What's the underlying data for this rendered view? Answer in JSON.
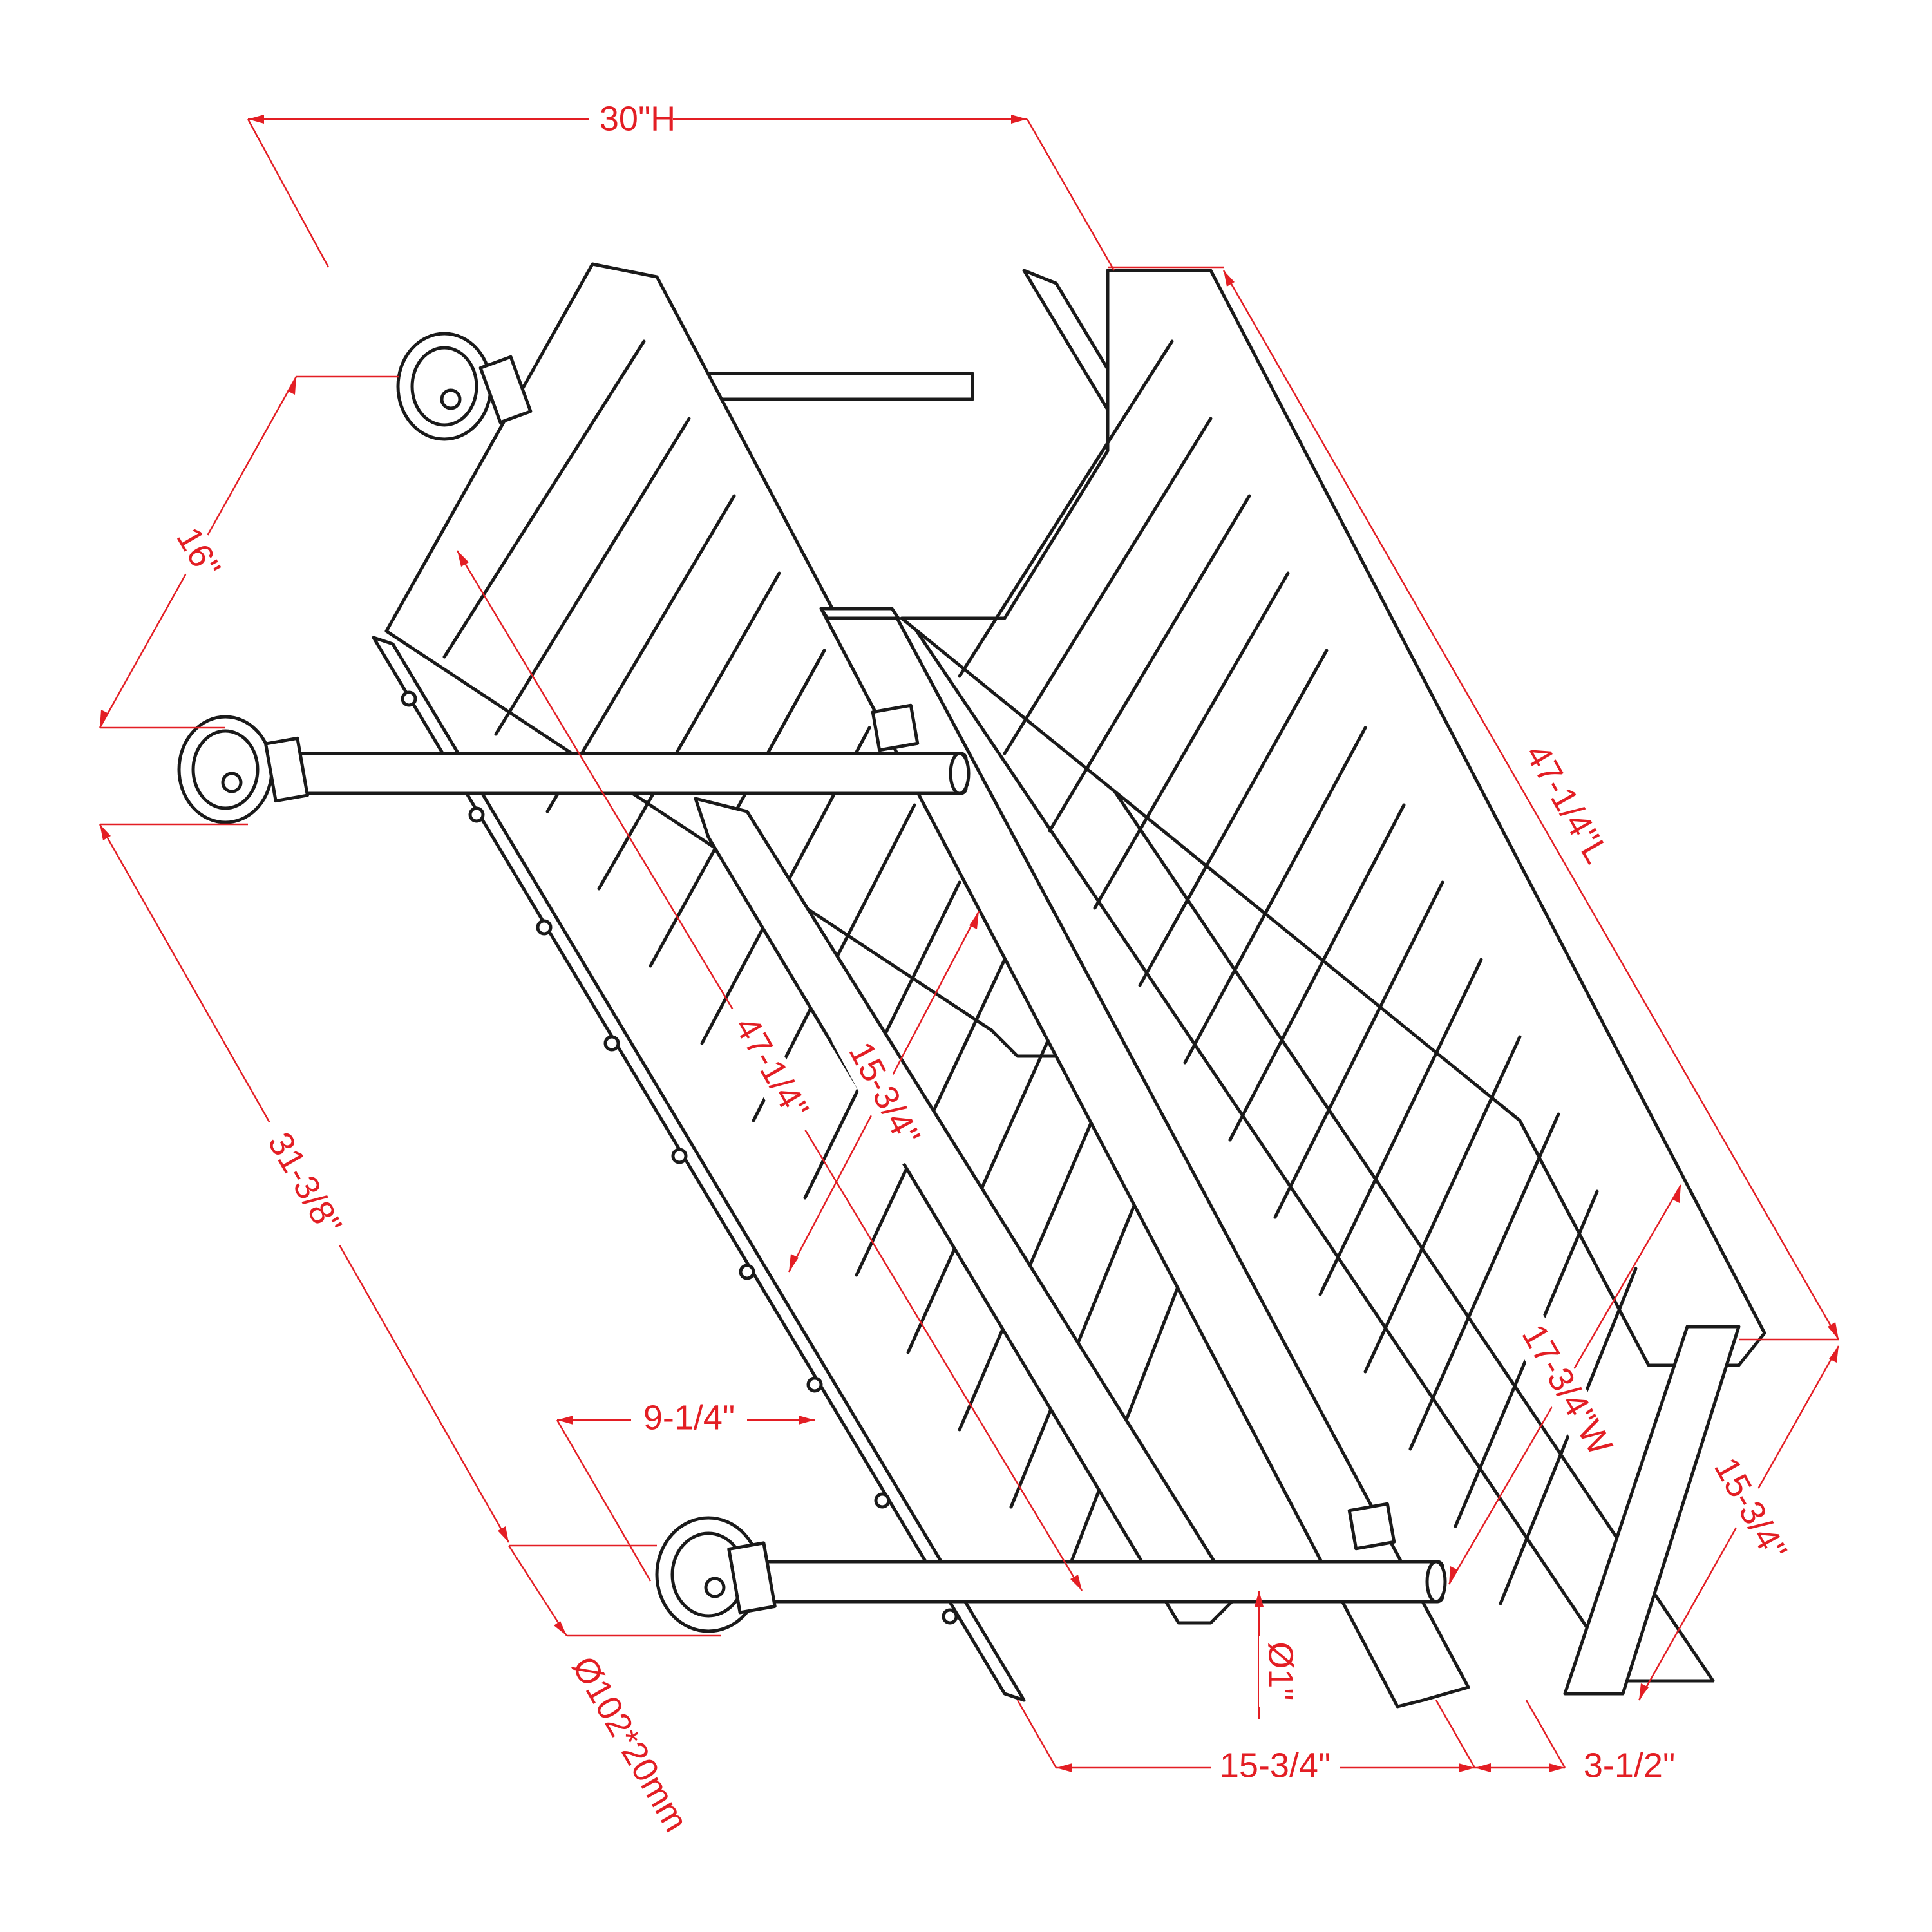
{
  "diagram": {
    "accent_color": "#e31e24",
    "line_color": "#1a1a1a",
    "dimensions": {
      "height": "30\"H",
      "length": "47-1/4\"L",
      "width": "17-3/4\"W",
      "right_depth": "15-3/4\"",
      "left_span": "31-3/8\"",
      "wheel_spacing": "16\"",
      "inner_length": "47-1/4\"",
      "inner_width": "15-3/4\"",
      "axle_offset": "9-1/4\"",
      "wheel_size": "Ø102*20mm",
      "axle_diameter": "Ø1\"",
      "bottom_width": "15-3/4\"",
      "bottom_offset": "3-1/2\""
    }
  }
}
